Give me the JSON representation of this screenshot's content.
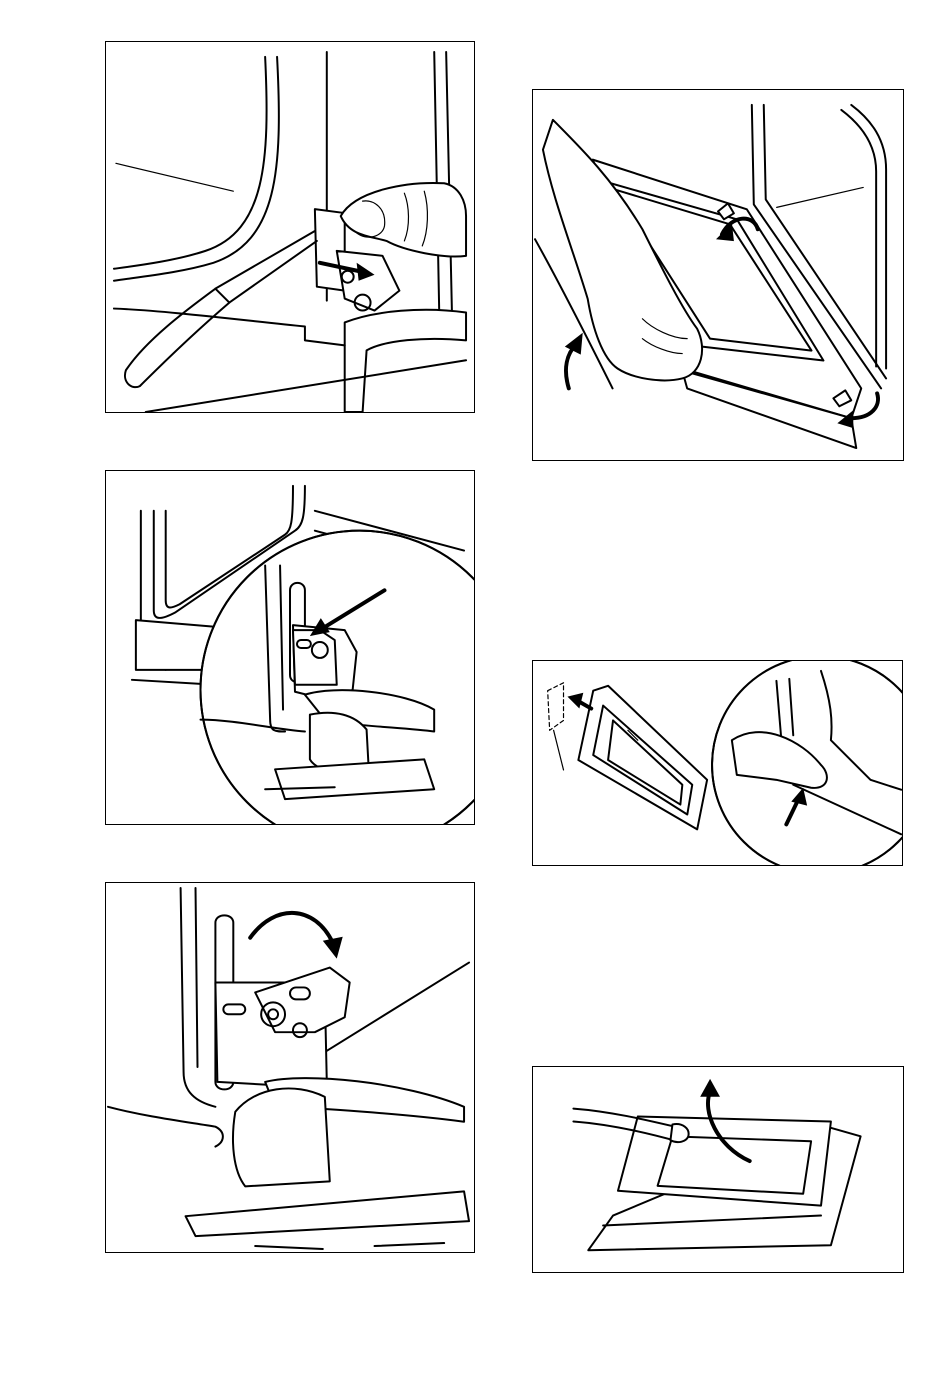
{
  "document": {
    "figures": [
      {
        "id": "step-1",
        "illustration": "screwdriver-releasing-hinge-lever"
      },
      {
        "id": "step-2",
        "illustration": "hinge-lever-detail-magnified"
      },
      {
        "id": "step-3",
        "illustration": "hinge-lever-rotated"
      },
      {
        "id": "step-4",
        "illustration": "door-lifted-off-hinges"
      },
      {
        "id": "step-5",
        "illustration": "inner-glass-panel-release"
      },
      {
        "id": "step-6",
        "illustration": "glass-panel-removed-from-door"
      }
    ]
  }
}
